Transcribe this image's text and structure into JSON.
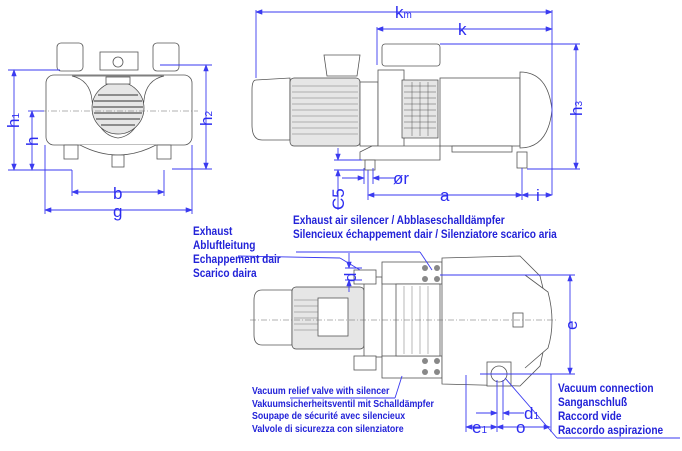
{
  "title": "Rotary vane vacuum pump dimension drawing",
  "front_view": {
    "dimensions": {
      "h1": "h",
      "h1_sub": "1",
      "h": "h",
      "h2": "h",
      "h2_sub": "2",
      "b": "b",
      "g": "g"
    }
  },
  "side_view": {
    "dimensions": {
      "km": "k",
      "km_sub": "m",
      "k": "k",
      "h3": "h",
      "h3_sub": "3",
      "c5": "C5",
      "r": "ør",
      "a": "a",
      "i": "i"
    }
  },
  "top_view": {
    "dimensions": {
      "d": "d",
      "e": "e",
      "d1": "d",
      "d1_sub": "1",
      "e1": "e",
      "e1_sub": "1",
      "o": "o"
    },
    "labels": {
      "exhaust": [
        "Exhaust",
        "Abluftleitung",
        "Echappement dair",
        "Scarico daira"
      ],
      "exhaust_silencer": [
        "Exhaust air silencer / Abblaseschalldämpfer",
        "Silencieux échappement dair / Silenziatore scarico aria"
      ],
      "vacuum_relief": [
        "Vacuum relief valve with silencer",
        "Vakuumsicherheitsventil mit Schalldämpfer",
        "Soupape de sécurité avec silencieux",
        "Valvole di sicurezza con silenziatore"
      ],
      "vacuum_connection": [
        "Vacuum connection",
        "Sanganschluß",
        "Raccord vide",
        "Raccordo aspirazione"
      ]
    }
  },
  "colors": {
    "dimension": "#2d2df0",
    "label": "#2222d8",
    "outline": "#555555"
  }
}
